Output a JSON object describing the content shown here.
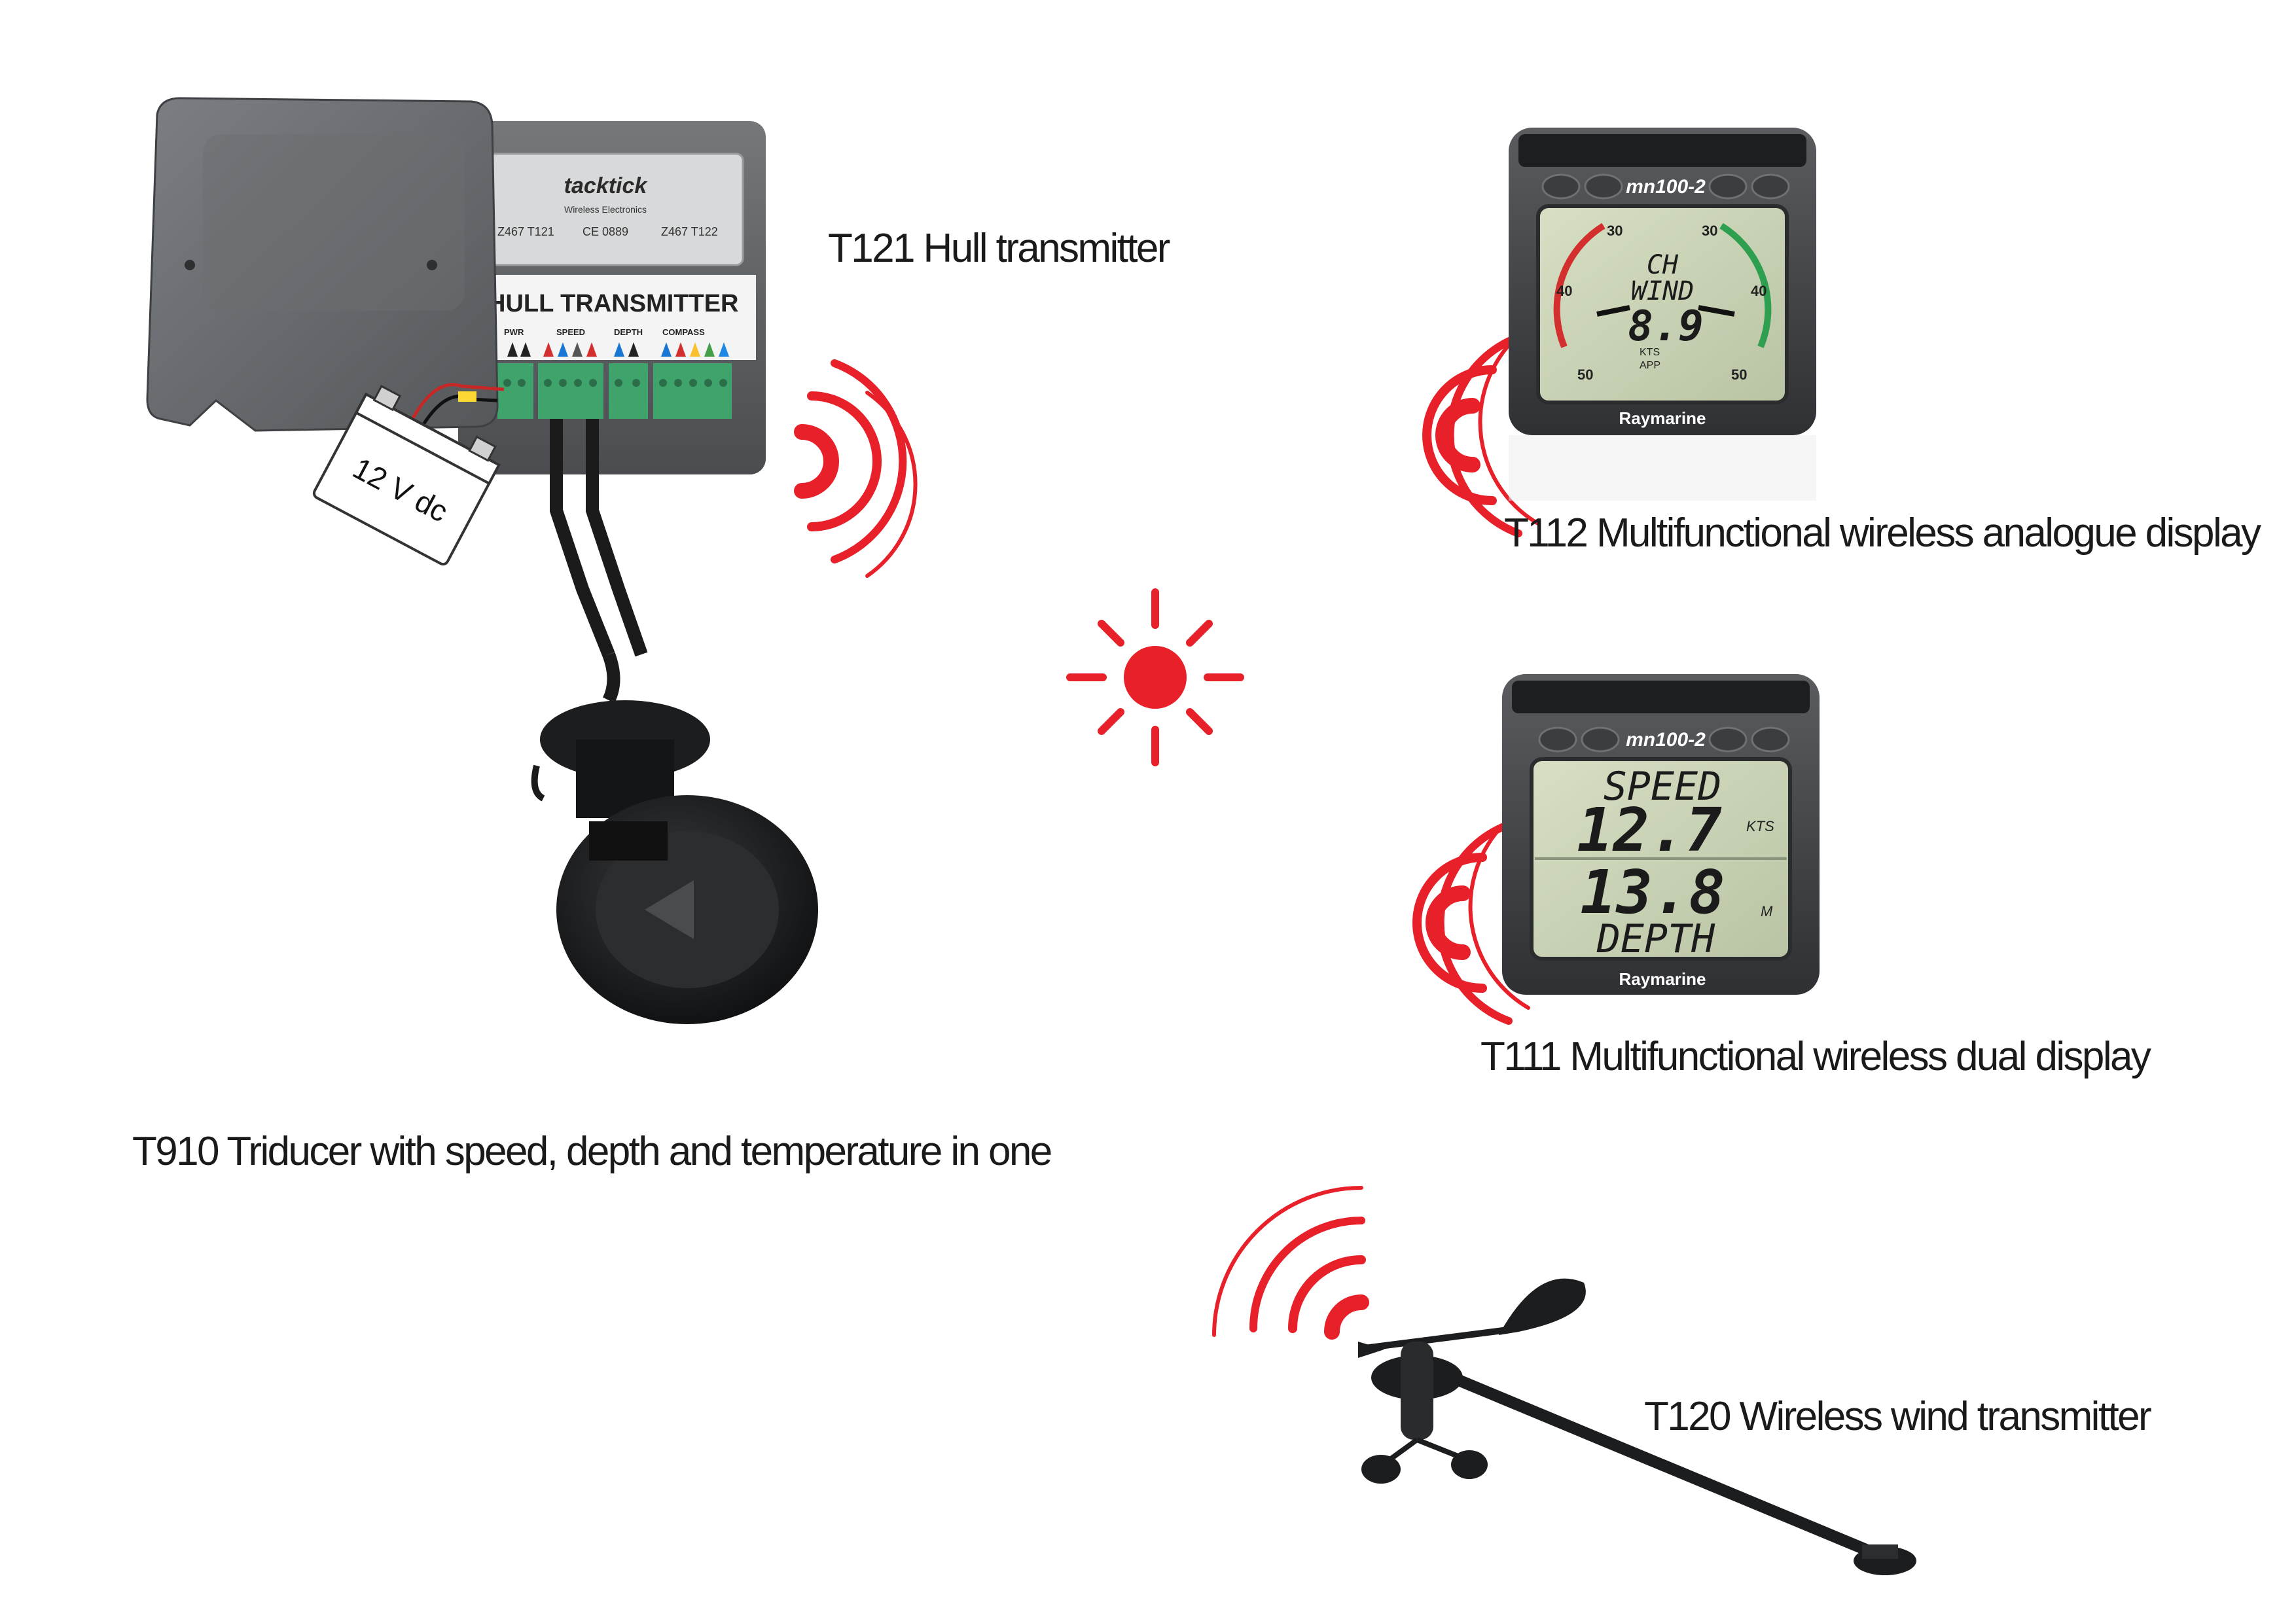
{
  "captions": {
    "hull_transmitter": "T121 Hull transmitter",
    "analogue_display": "T112 Multifunctional wireless analogue display",
    "dual_display": "T111 Multifunctional wireless dual display",
    "triducer": "T910 Triducer with speed, depth and temperature in one",
    "wind_transmitter": "T120 Wireless wind transmitter"
  },
  "hull_unit": {
    "title": "HULL TRANSMITTER",
    "brand": "tacktick",
    "brand_sub": "Wireless Electronics",
    "model_left": "Z467 T121",
    "model_right": "Z467 T122",
    "cert": "CE 0889",
    "terminal_labels": [
      "PWR",
      "SPEED",
      "DEPTH",
      "COMPASS"
    ]
  },
  "battery": {
    "label": "12 V dc"
  },
  "analogue_display": {
    "model": "mn100-2",
    "line1": "CH",
    "line2": "WIND",
    "value": "8.9",
    "unit": "KTS",
    "sub": "APP",
    "scale": [
      "30",
      "30",
      "40",
      "40",
      "50",
      "50"
    ],
    "brand": "Raymarine"
  },
  "dual_display": {
    "model": "mn100-2",
    "top_label": "SPEED",
    "top_value": "12.7",
    "top_unit": "KTS",
    "bottom_value": "13.8",
    "bottom_unit": "M",
    "bottom_label": "DEPTH",
    "brand": "Raymarine"
  },
  "colors": {
    "signal_red": "#e8202a",
    "housing_grey": "#5d5f62",
    "lcd_green": "#c9d3b6",
    "text": "#1a1a1a"
  },
  "icons": {
    "signal": "wireless-signal-icon",
    "sun": "sun-icon"
  }
}
